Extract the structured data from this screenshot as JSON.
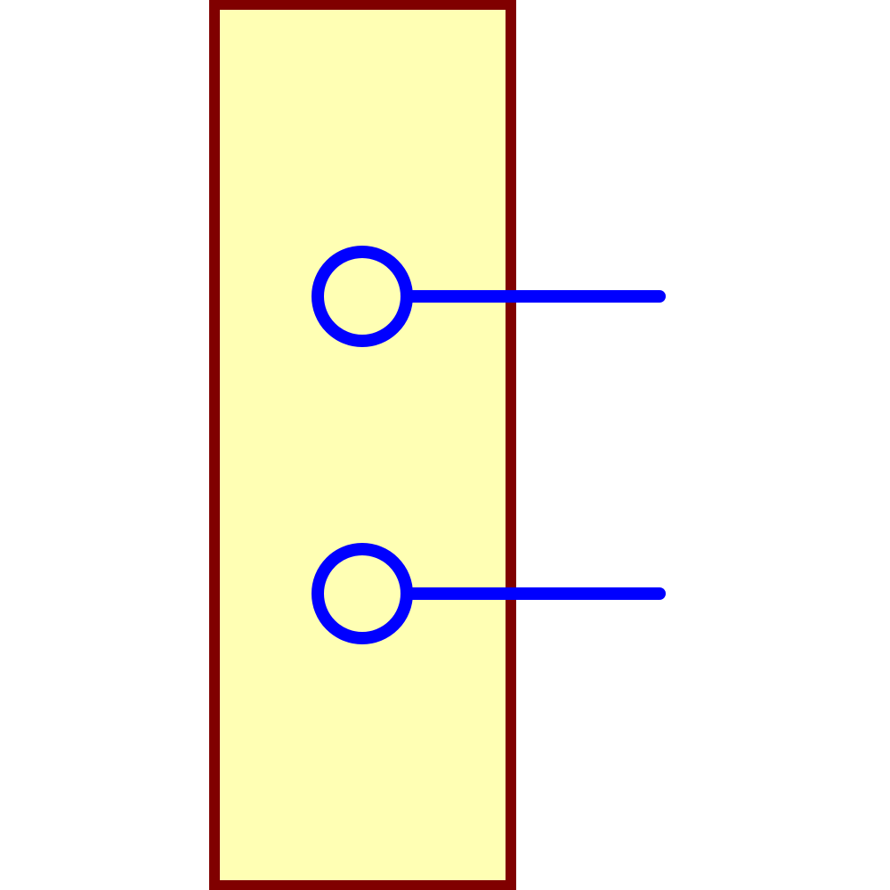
{
  "colors": {
    "background": "#ffffff",
    "body_fill": "#ffffb4",
    "body_outline": "#800000",
    "pin": "#0000ff"
  },
  "component": {
    "kind": "connector-symbol",
    "pin_count": 2,
    "pins": [
      {
        "id": "pin-1",
        "style": "open-circle-with-lead"
      },
      {
        "id": "pin-2",
        "style": "open-circle-with-lead"
      }
    ]
  }
}
